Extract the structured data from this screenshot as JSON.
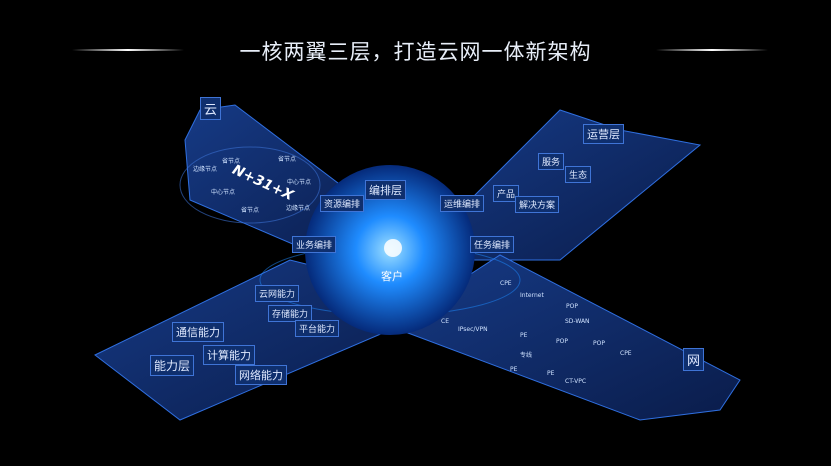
{
  "title": "一核两翼三层，打造云网一体新架构",
  "core": {
    "label": "客户",
    "top": "编排层",
    "tags": [
      "资源编排",
      "运维编排",
      "业务编排",
      "任务编排"
    ]
  },
  "cloud": {
    "sign": "云",
    "center": "N+31+X",
    "nodes": [
      "省节点",
      "省节点",
      "边缘节点",
      "中心节点",
      "中心节点",
      "省节点",
      "边缘节点"
    ]
  },
  "ops": {
    "sign": "运营层",
    "items": [
      "服务",
      "产品",
      "生态",
      "解决方案"
    ]
  },
  "capability": {
    "sign": "能力层",
    "items": [
      "云网能力",
      "通信能力",
      "存储能力",
      "计算能力",
      "平台能力",
      "网络能力"
    ]
  },
  "network": {
    "sign": "网",
    "nodes": [
      "CPE",
      "CE",
      "PE",
      "PE",
      "PE",
      "POP",
      "POP",
      "POP"
    ],
    "clouds": [
      "Internet",
      "IPsec/VPN",
      "专线",
      "SD-WAN",
      "CPE",
      "CT-VPC"
    ]
  },
  "colors": {
    "panel": "#0d2459",
    "edge": "#2f6fe0",
    "glow": "#1e8cff"
  }
}
